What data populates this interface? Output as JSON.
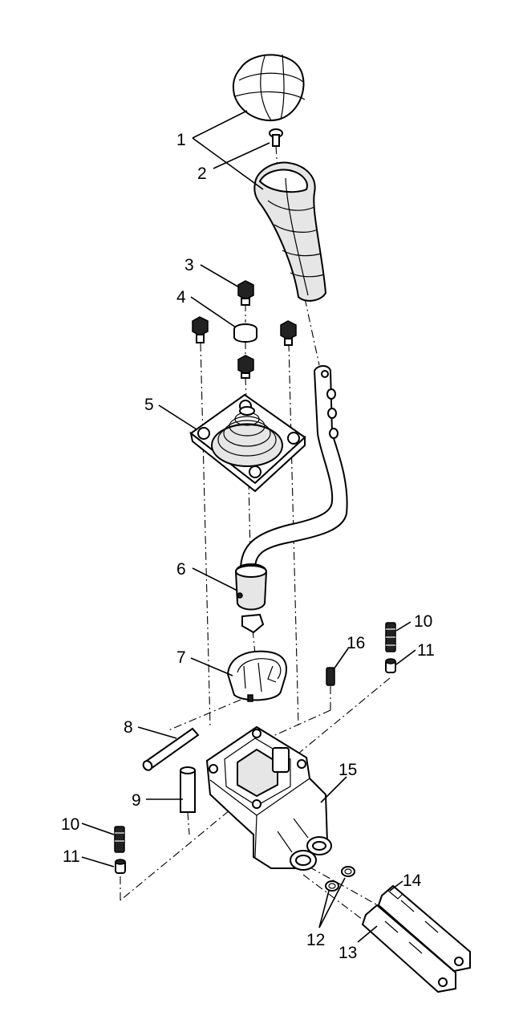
{
  "callouts": [
    {
      "id": "1",
      "part": "knob-and-boot"
    },
    {
      "id": "2",
      "part": "knob-screw"
    },
    {
      "id": "3",
      "part": "top-bolt"
    },
    {
      "id": "4",
      "part": "collar-ring"
    },
    {
      "id": "5",
      "part": "rubber-boot-plate"
    },
    {
      "id": "6",
      "part": "shift-lever"
    },
    {
      "id": "7",
      "part": "pivot-ball-housing"
    },
    {
      "id": "8",
      "part": "roll-pin"
    },
    {
      "id": "9",
      "part": "dowel-pin"
    },
    {
      "id": "10",
      "part": "detent-spring"
    },
    {
      "id": "11",
      "part": "detent-plunger"
    },
    {
      "id": "12",
      "part": "o-rings"
    },
    {
      "id": "13",
      "part": "shift-rail-lower"
    },
    {
      "id": "14",
      "part": "shift-rail-upper"
    },
    {
      "id": "15",
      "part": "shifter-housing"
    },
    {
      "id": "16",
      "part": "set-screw"
    }
  ]
}
